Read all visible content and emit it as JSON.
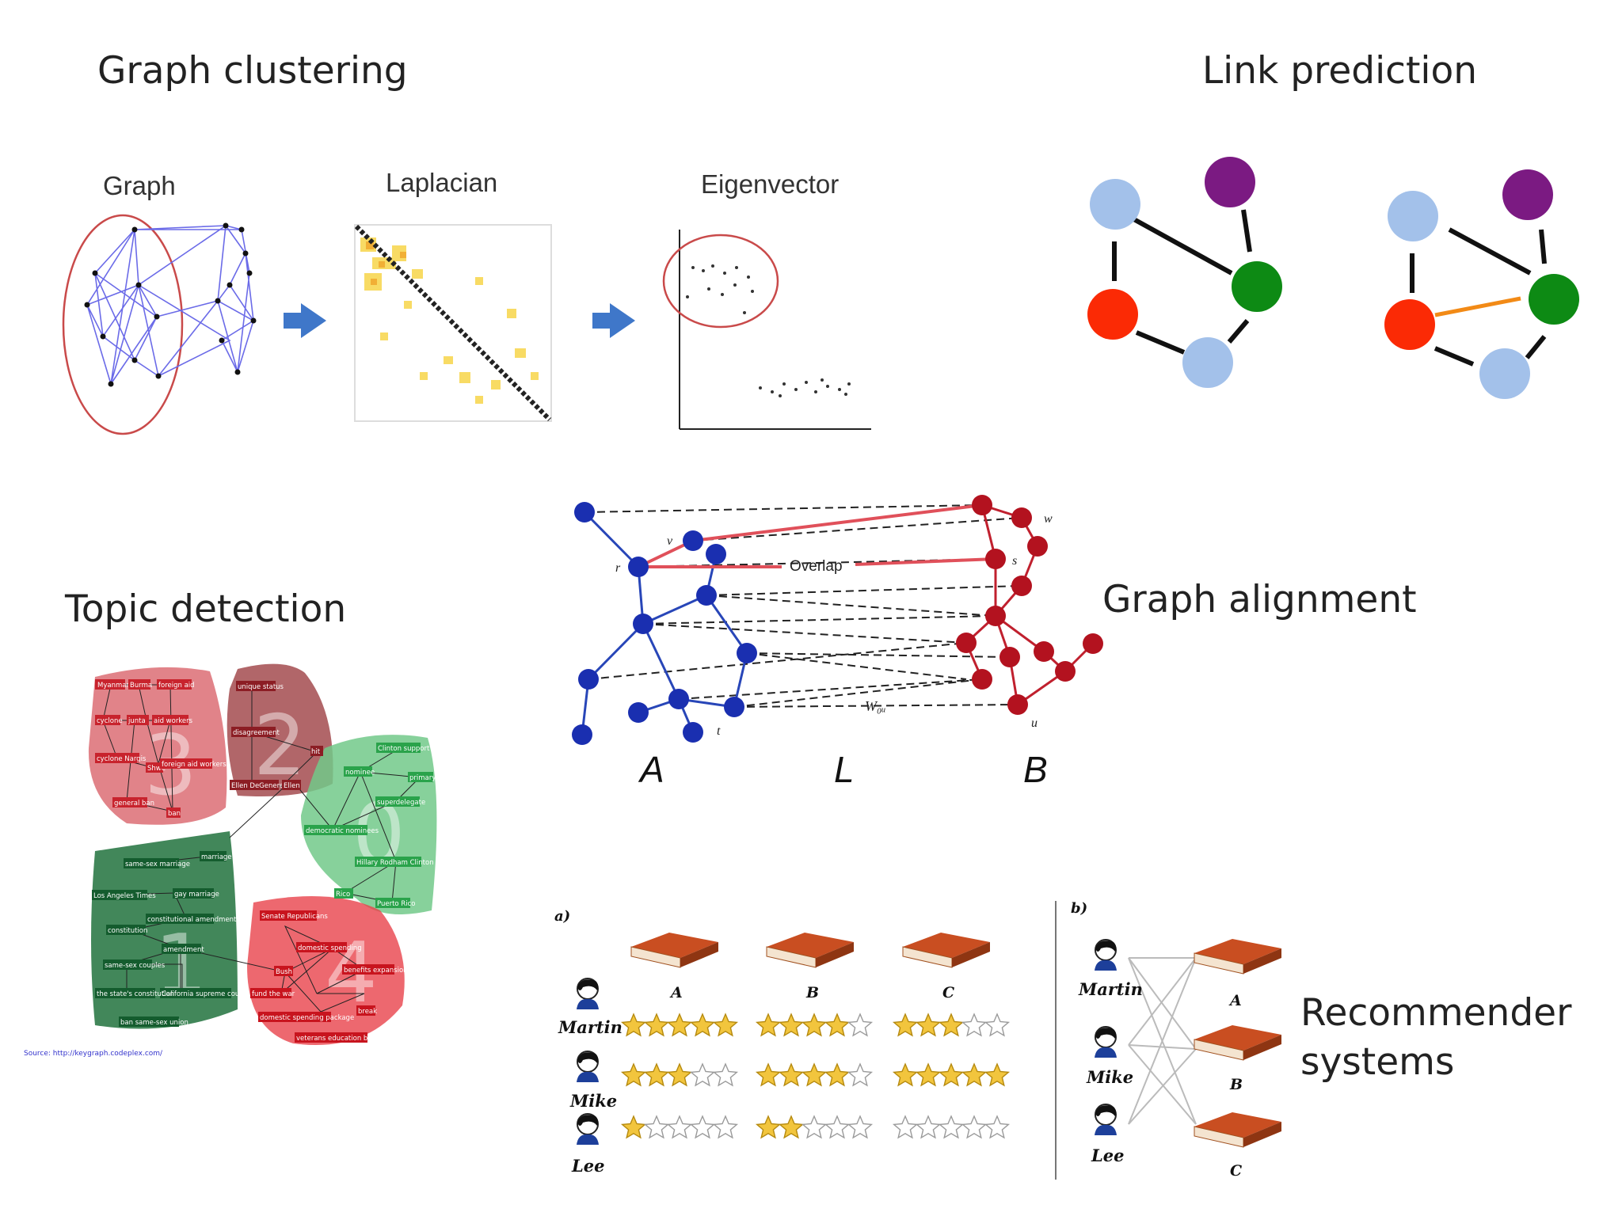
{
  "headings": {
    "graph_clustering": "Graph clustering",
    "link_prediction": "Link prediction",
    "topic_detection": "Topic detection",
    "graph_alignment": "Graph alignment",
    "recommender_line1": "Recommender",
    "recommender_line2": "systems"
  },
  "clustering": {
    "graph_label": "Graph",
    "laplacian_label": "Laplacian",
    "eigenvector_label": "Eigenvector"
  },
  "alignment": {
    "overlap": "Overlap",
    "w_label": "w",
    "s_label": "s",
    "u_label": "u",
    "r_label": "r",
    "v_label": "v",
    "t_label": "t",
    "wtu_label": "W₀ᵤ",
    "A": "A",
    "L": "L",
    "B": "B"
  },
  "topic": {
    "cluster_numbers": [
      "3",
      "2",
      "0",
      "1",
      "4"
    ],
    "source": "Source: http://keygraph.codeplex.com/",
    "cluster3_nodes": [
      "Myanmar",
      "Burma",
      "foreign aid",
      "cyclone",
      "junta",
      "aid workers",
      "cyclone Nargis",
      "Shwe",
      "foreign aid workers",
      "general ban",
      "ban"
    ],
    "cluster2_nodes": [
      "unique status",
      "disagreement",
      "hit",
      "Ellen DeGeneres",
      "Ellen"
    ],
    "cluster0_nodes": [
      "Clinton support",
      "nominee",
      "primary",
      "superdelegate",
      "democratic nominees",
      "Hillary Rodham Clinton",
      "Rico",
      "Puerto Rico"
    ],
    "cluster1_nodes": [
      "marriage",
      "same-sex marriage",
      "Los Angeles Times",
      "gay marriage",
      "constitutional amendment",
      "constitution",
      "amendment",
      "same-sex couples",
      "California supreme court",
      "the state's constitution",
      "ban same-sex union"
    ],
    "cluster4_nodes": [
      "Senate Republicans",
      "domestic spending",
      "Bush",
      "benefits expansion",
      "fund the war",
      "domestic spending package",
      "break",
      "veterans education benefits"
    ]
  },
  "recommender": {
    "panel_a": "a)",
    "panel_b": "b)",
    "books": [
      "A",
      "B",
      "C"
    ],
    "users": [
      "Martin",
      "Mike",
      "Lee"
    ],
    "ratings": [
      [
        5,
        4,
        3
      ],
      [
        3,
        4,
        5
      ],
      [
        1,
        2,
        0
      ]
    ],
    "max_stars": 5
  },
  "colors": {
    "light_blue": "#a3c1ea",
    "purple": "#7b1a82",
    "green": "#0d8a14",
    "red": "#fb2a05",
    "orange_link": "#f28a16",
    "topic_red": "#d9646c",
    "topic_maroon": "#a34b4f",
    "topic_light_green": "#72c98a",
    "topic_dark_green": "#2e7a48",
    "topic_pink": "#e9424b",
    "align_blue": "#1a2fb0",
    "align_red": "#b3121f"
  }
}
